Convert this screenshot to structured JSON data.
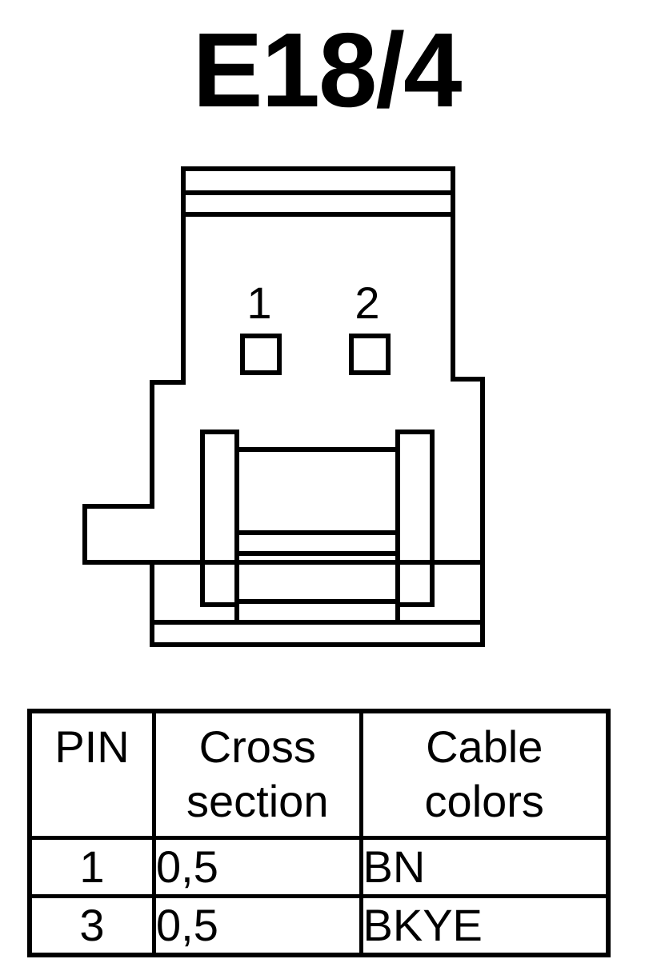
{
  "title": "E18/4",
  "connector": {
    "pin_labels": [
      "1",
      "2"
    ]
  },
  "table": {
    "headers": {
      "pin": "PIN",
      "cross_section": [
        "Cross",
        "section"
      ],
      "cable_colors": [
        "Cable",
        "colors"
      ]
    },
    "rows": [
      {
        "pin": "1",
        "cross_section": "0,5",
        "color": "BN"
      },
      {
        "pin": "3",
        "cross_section": "0,5",
        "color": "BKYE"
      }
    ]
  }
}
